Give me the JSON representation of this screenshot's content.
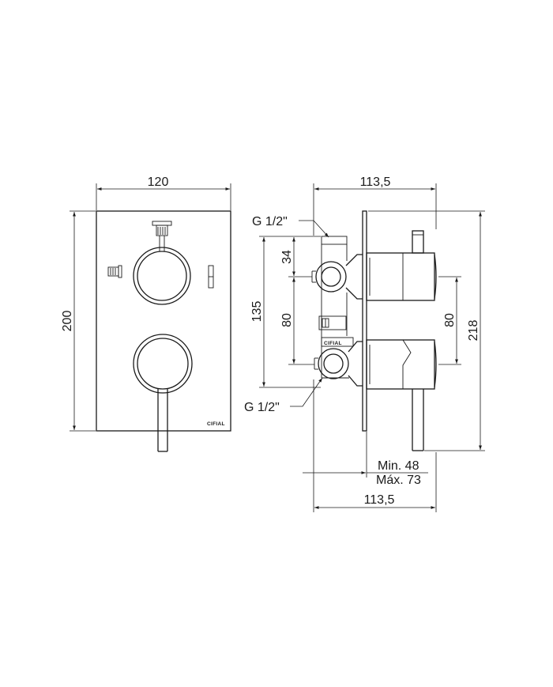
{
  "front_view": {
    "width_label": "120",
    "height_label": "200",
    "brand_logo": "CIFIAL"
  },
  "side_view": {
    "depth_top_label": "113,5",
    "depth_bottom_label": "113,5",
    "overall_height_label": "218",
    "inlet_spacing_label": "135",
    "upper_offset_label": "34",
    "left_spacing_label": "80",
    "right_spacing_label": "80",
    "inlet_top_label": "G 1/2\"",
    "inlet_bottom_label": "G 1/2\"",
    "min_depth_label": "Min. 48",
    "max_depth_label": "Máx. 73",
    "body_logo": "CIFIAL"
  },
  "colors": {
    "line": "#1a1a1a",
    "background": "#ffffff"
  }
}
